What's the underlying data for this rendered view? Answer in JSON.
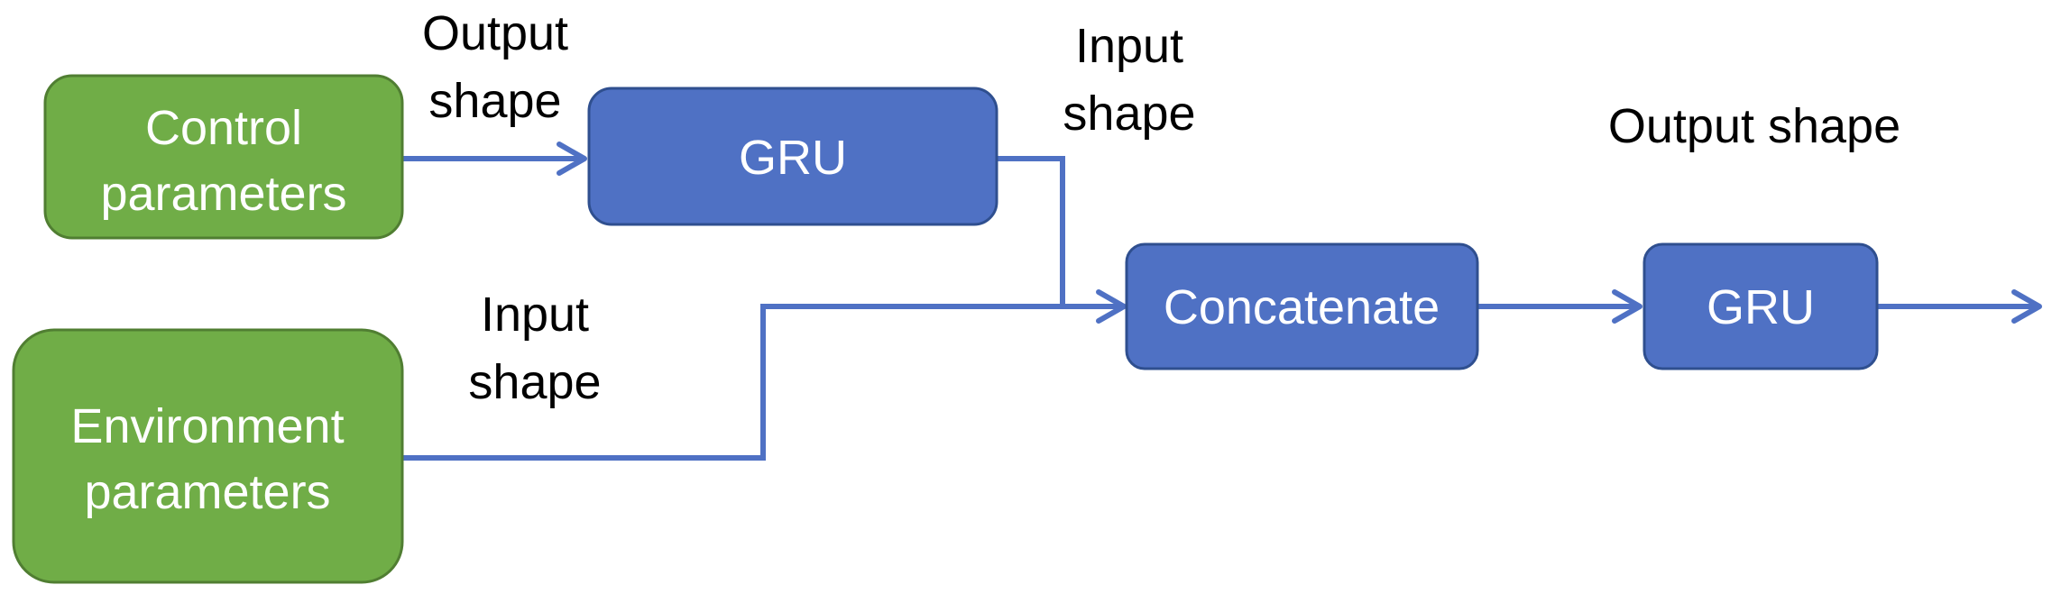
{
  "nodes": {
    "control": {
      "line1": "Control",
      "line2": "parameters"
    },
    "environment": {
      "line1": "Environment",
      "line2": "parameters"
    },
    "gru1": {
      "label": "GRU"
    },
    "concat": {
      "label": "Concatenate"
    },
    "gru2": {
      "label": "GRU"
    }
  },
  "edge_labels": {
    "control_to_gru": {
      "line1": "Output",
      "line2": "shape"
    },
    "gru_to_concat": {
      "line1": "Input",
      "line2": "shape"
    },
    "env_to_concat": {
      "line1": "Input",
      "line2": "shape"
    },
    "gru2_output": {
      "line1": "Output shape"
    }
  },
  "colors": {
    "input_box": "#70AD47",
    "layer_box": "#4F71C4",
    "connector": "#4F71C4"
  }
}
